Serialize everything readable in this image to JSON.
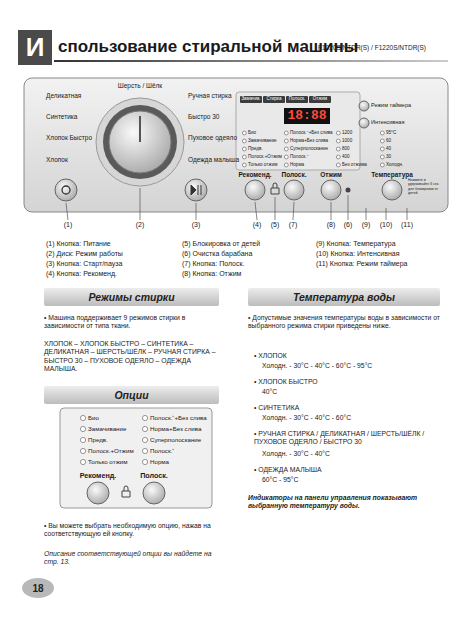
{
  "diagram": {
    "title": "спользование стиральной машины",
    "nodes": [
      {
        "text": [
          "И"
        ]
      },
      {
        "text": [
          "Режимы стирки"
        ]
      },
      {
        "text": [
          "Опции"
        ]
      },
      {
        "text": [
          "Температура воды"
        ]
      },
      {
        "text": [
          "18"
        ]
      }
    ],
    "labels": [
      "F1020S/NTDR(S) / F1220S/NTDR(S)",
      "Деликатная",
      "Шерсть / Шёлк",
      "Ручная стирка",
      "Синтетика",
      "Быстро 30",
      "Хлопок Быстро",
      "Пуховое одеяло",
      "Хлопок",
      "Одежда малыша",
      "Замачив.",
      "Стирка",
      "Полоск.",
      "Отжим",
      "18:88",
      "Режим таймера",
      "Интенсивная",
      "Био",
      "Замачивание",
      "Предв.",
      "Полоск.+Отжим",
      "Только отжим",
      "Полоск.⁺+Без слива",
      "Норма+Без слива",
      "Суперполоскание",
      "Полоск.⁺",
      "Норма",
      "1200",
      "1000",
      "800",
      "400",
      "Без отжима",
      "95°C",
      "60",
      "40",
      "30",
      "Холодн.",
      "Рекоменд.",
      "Полоск.",
      "Отжим",
      "Температура",
      "Нажмите и удерживайте 3 сек. для блокировки от детей",
      "(1)",
      "(2)",
      "(3)",
      "(4)",
      "(5)",
      "(7)",
      "(8)",
      "(6)",
      "(9)",
      "(10)",
      "(11)",
      "(1) Кнопка: Питание",
      "(2) Диск: Режим работы",
      "(3) Кнопка: Старт/пауза",
      "(4) Кнопка: Рекоменд.",
      "(5) Блокировка от детей",
      "(6) Очистка барабана",
      "(7) Кнопка: Полоск.",
      "(8) Кнопка: Отжим",
      "(9) Кнопка: Температура",
      "(10) Кнопка: Интенсивная",
      "(11) Кнопка: Режим таймера",
      "• Машина поддерживает 9 режимов стирки в зависимости от типа ткани.",
      "ХЛОПОК – ХЛОПОК БЫСТРО – СИНТЕТИКА – ДЕЛИКАТНАЯ – ШЕРСТЬ/ШЁЛК – РУЧНАЯ СТИРКА – БЫСТРО 30 – ПУХОВОЕ ОДЕЯЛО – ОДЕЖДА МАЛЫША.",
      "Био",
      "Замачивание",
      "Предв.",
      "Полоск.+Отжим",
      "Только отжим",
      "Полоск.⁺+Без слива",
      "Норма+Без слива",
      "Суперполоскание",
      "Полоск.⁺",
      "Норма",
      "Рекоменд.",
      "Полоск.",
      "• Вы можете выбрать необходимую опцию, нажав на соответствующую ей кнопку.",
      "Описание соответствующей опции вы найдете на стр. 13.",
      "• Допустимые значения температуры воды в зависимости от выбранного режима стирки приведены ниже.",
      "• ХЛОПОК",
      "Холодн. - 30°C - 40°C - 60°C - 95°C",
      "• ХЛОПОК БЫСТРО",
      "40°C",
      "• СИНТЕТИКА",
      "Холодн. - 30°C - 40°C - 60°C",
      "• РУЧНАЯ СТИРКА / ДЕЛИКАТНАЯ / ШЕРСТЬ/ШЁЛК / ПУХОВОЕ ОДЕЯЛО / БЫСТРО 30",
      "Холодн. - 30°C - 40°C",
      "• ОДЕЖДА МАЛЫША",
      "60°C - 95°C",
      "Индикаторы на панели управления показывают выбранную температуру воды."
    ]
  }
}
